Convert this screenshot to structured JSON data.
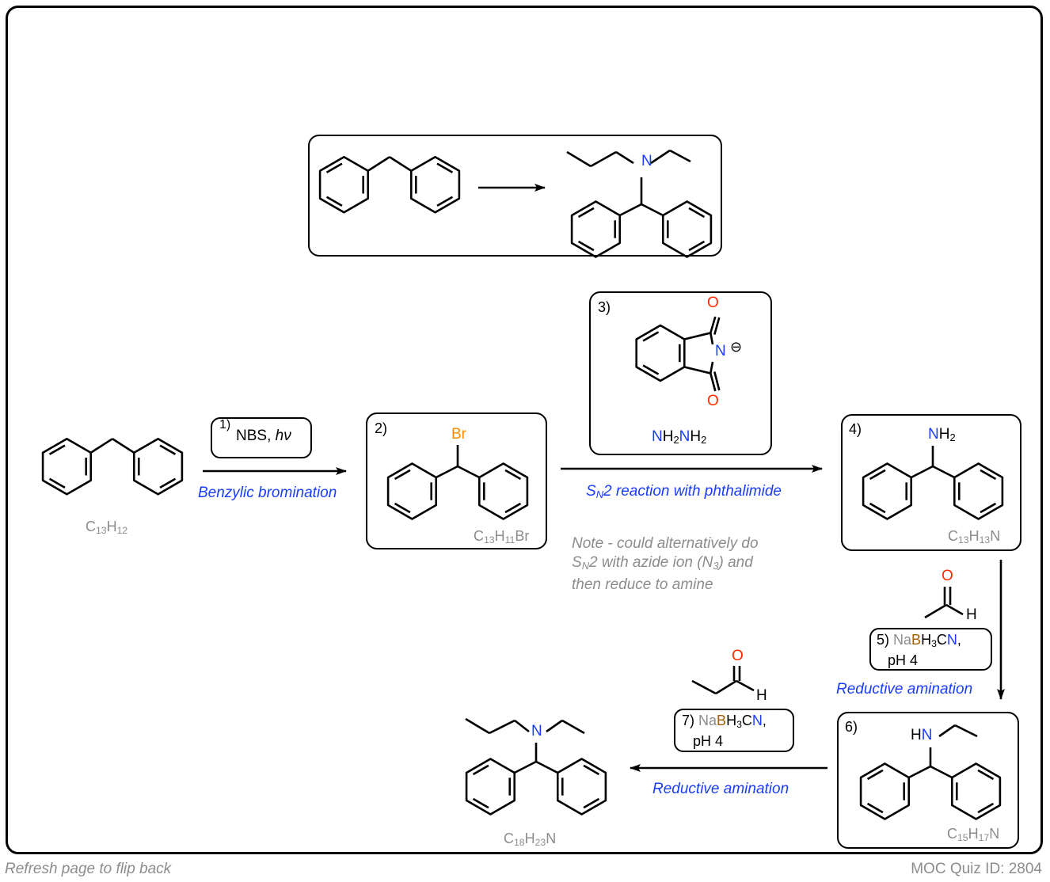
{
  "title_box": {
    "description": "Target transformation: diphenylmethane to N-ethyl-N-propyl-1,1-diphenylmethanamine",
    "nitrogen_label": "N"
  },
  "colors": {
    "nitrogen": "#1a3cff",
    "oxygen": "#ff2a00",
    "bromine": "#ff8c00",
    "boron": "#a0600a",
    "sodium": "#8c8c8c",
    "formula": "#8c8c8c",
    "label": "#1a3cff"
  },
  "starting_material": {
    "formula": {
      "C": "13",
      "H": "12"
    }
  },
  "step1": {
    "number": "1)",
    "reagent": "NBS, ",
    "reagent_italic": "hν",
    "label": "Benzylic bromination"
  },
  "step2": {
    "number": "2)",
    "atom": "Br",
    "formula": {
      "C": "13",
      "H": "11",
      "suffix": "Br"
    }
  },
  "step3": {
    "number": "3)",
    "oxygen_top": "O",
    "oxygen_bottom": "O",
    "nitrogen": "N",
    "charge": "⊖",
    "reagent2": {
      "N1": "N",
      "H1": "H",
      "s1": "2",
      "N2": "N",
      "H2": "H",
      "s2": "2"
    },
    "label_prefix": "S",
    "label_sub": "N",
    "label_rest": "2 reaction with phthalimide",
    "note": {
      "line1": "Note - could alternatively do",
      "line2_prefix": "S",
      "line2_sub": "N",
      "line2_mid": "2 with azide ion (N",
      "line2_sub2": "3",
      "line2_end": ") and",
      "line3": "then reduce to amine"
    }
  },
  "step4": {
    "number": "4)",
    "amine_N": "N",
    "amine_H": "H",
    "amine_sub": "2",
    "formula": {
      "C": "13",
      "H": "13",
      "suffix": "N"
    }
  },
  "step5": {
    "aldehyde_O": "O",
    "aldehyde_H": "H",
    "number": "5)",
    "reagent": {
      "Na": "Na",
      "B": "B",
      "H": "H",
      "sub": "3",
      "C": "C",
      "N": "N",
      "comma": ","
    },
    "ph": "pH 4",
    "label": "Reductive amination"
  },
  "step6": {
    "number": "6)",
    "H": "H",
    "N": "N",
    "formula": {
      "C": "15",
      "H": "17",
      "suffix": "N"
    }
  },
  "step7": {
    "aldehyde_O": "O",
    "aldehyde_H": "H",
    "number": "7)",
    "reagent": {
      "Na": "Na",
      "B": "B",
      "H": "H",
      "sub": "3",
      "C": "C",
      "N": "N",
      "comma": ","
    },
    "ph": "pH 4",
    "label": "Reductive amination"
  },
  "product": {
    "N": "N",
    "formula": {
      "C": "18",
      "H": "23",
      "suffix": "N"
    }
  },
  "footer": {
    "left": "Refresh page to flip back",
    "right": "MOC Quiz ID: 2804"
  }
}
